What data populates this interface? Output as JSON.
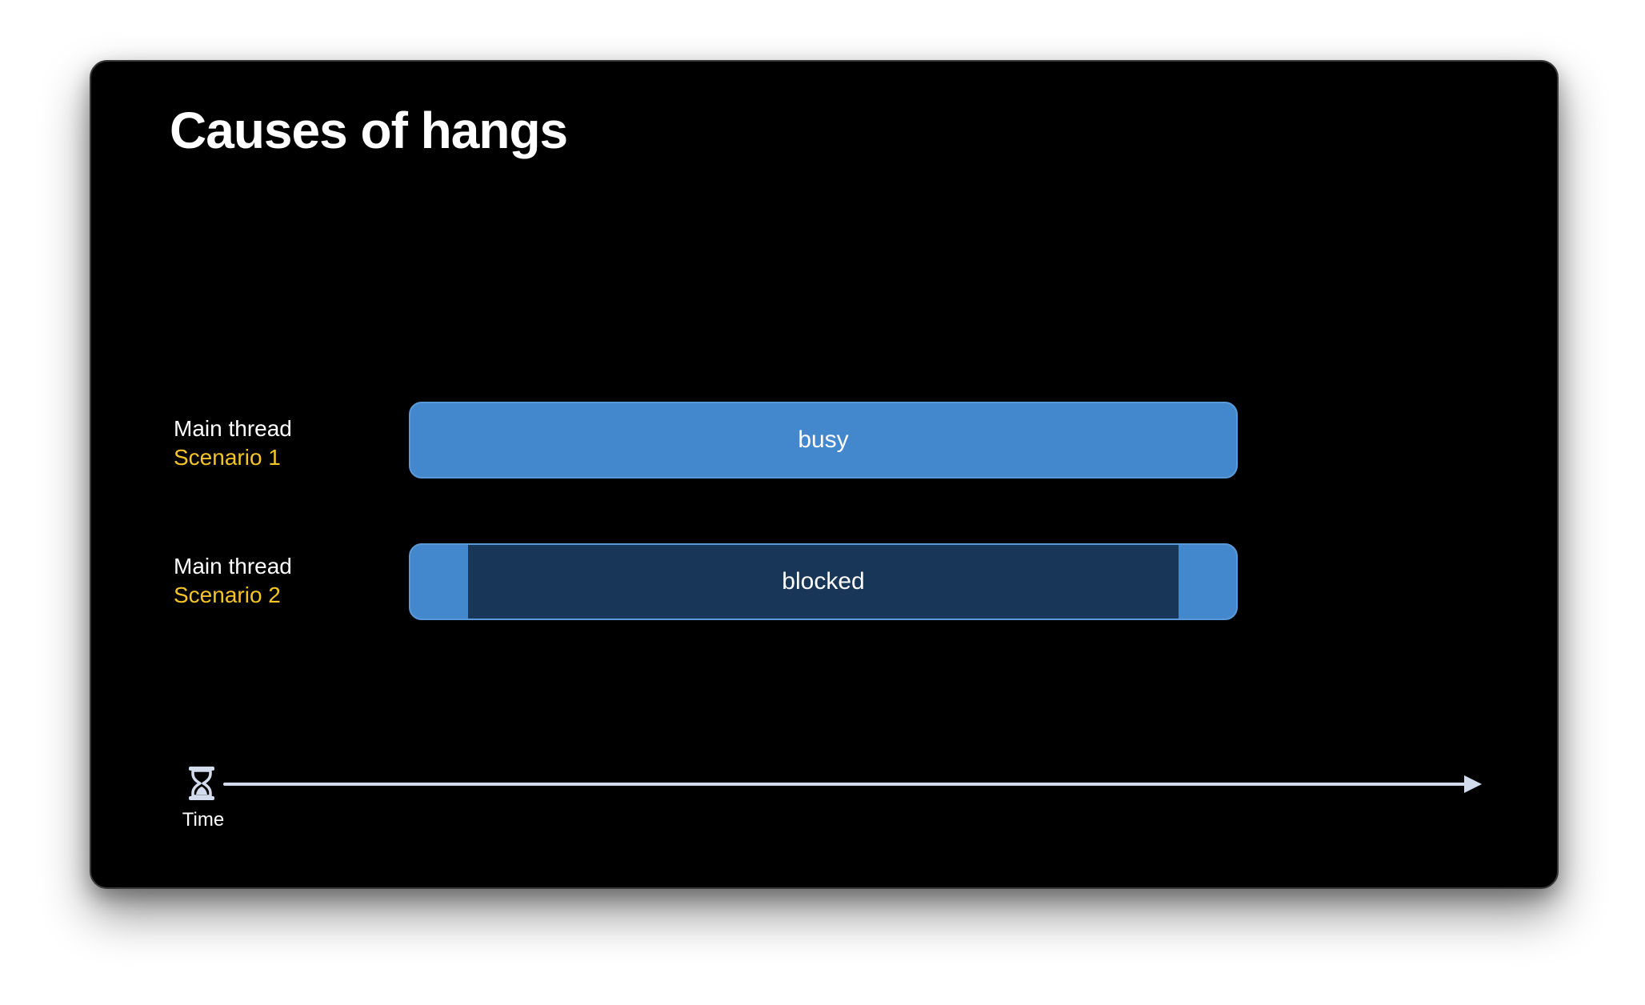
{
  "slide": {
    "title": "Causes of hangs",
    "rows": [
      {
        "label": "Main thread",
        "scenario": "Scenario 1",
        "bar_label": "busy"
      },
      {
        "label": "Main thread",
        "scenario": "Scenario 2",
        "bar_label": "blocked"
      }
    ],
    "axis": {
      "label": "Time",
      "icon": "hourglass-icon"
    }
  },
  "colors": {
    "background": "#000000",
    "busy": "#4387cc",
    "blocked": "#183657",
    "scenario": "#f5c426",
    "axis": "#d2dced"
  }
}
